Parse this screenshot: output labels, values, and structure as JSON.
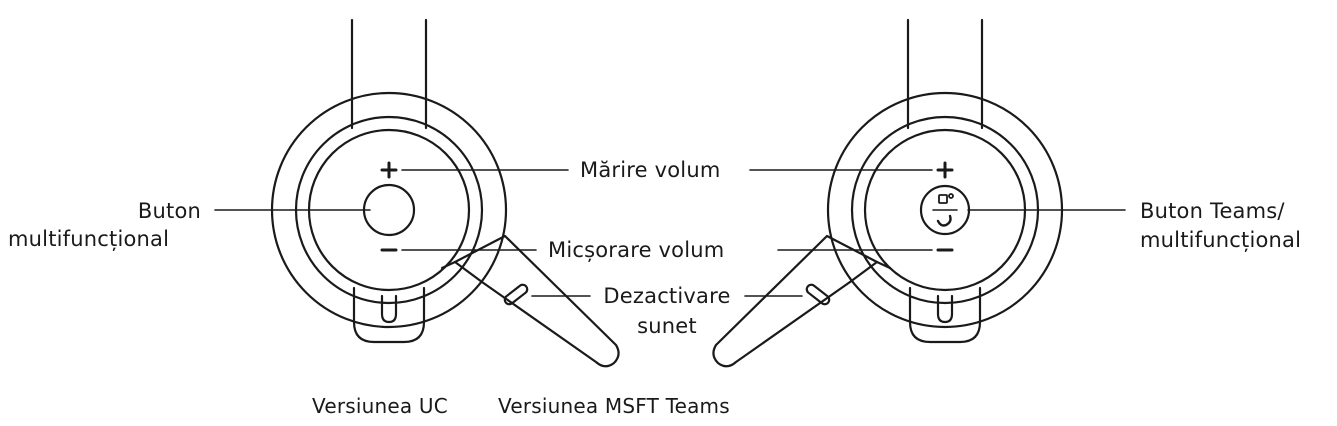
{
  "labels": {
    "volume_up": "Mărire volum",
    "volume_down": "Micșorare volum",
    "mute": [
      "Dezactivare",
      "sunet"
    ],
    "multifunction": [
      "Buton",
      "multifuncțional"
    ],
    "teams_button": [
      "Buton Teams/",
      "multifuncțional"
    ]
  },
  "captions": {
    "uc": "Versiunea UC",
    "teams": "Versiunea MSFT Teams"
  },
  "symbols": {
    "plus": "+",
    "minus": "−"
  },
  "colors": {
    "stroke": "#1a1a1a",
    "background": "#ffffff"
  }
}
